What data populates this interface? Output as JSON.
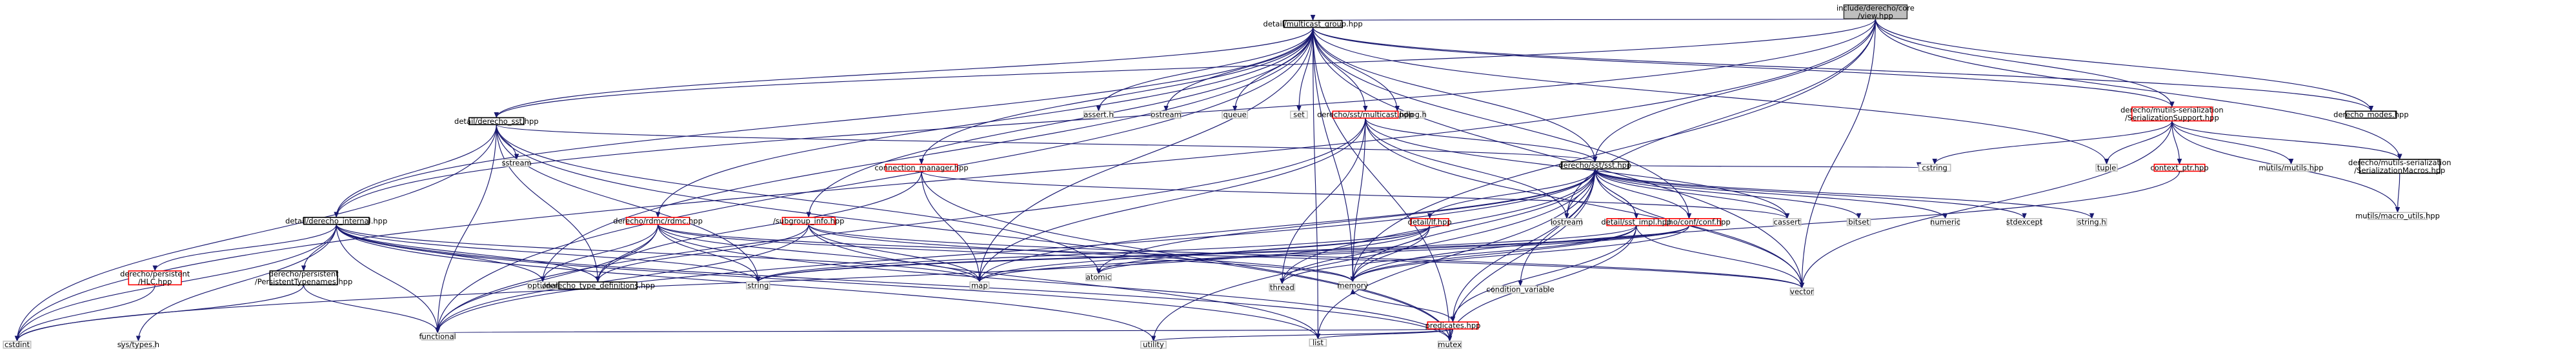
{
  "nodes": [
    {
      "id": "root",
      "label": [
        "include/derecho/core",
        "/view.hpp"
      ],
      "style": "root"
    },
    {
      "id": "mg",
      "label": [
        "detail/multicast_group.hpp"
      ],
      "style": "normal"
    },
    {
      "id": "dsst",
      "label": [
        "detail/derecho_sst.hpp"
      ],
      "style": "normal"
    },
    {
      "id": "assert",
      "label": [
        "assert.h"
      ],
      "style": "leaf"
    },
    {
      "id": "ostream",
      "label": [
        "ostream"
      ],
      "style": "leaf"
    },
    {
      "id": "queue",
      "label": [
        "queue"
      ],
      "style": "leaf"
    },
    {
      "id": "set",
      "label": [
        "set"
      ],
      "style": "leaf"
    },
    {
      "id": "spdlog",
      "label": [
        "spdlog/spdlog.h"
      ],
      "style": "leaf"
    },
    {
      "id": "mutils_ser",
      "label": [
        "derecho/mutils-serialization",
        "/SerializationSupport.hpp"
      ],
      "style": "red"
    },
    {
      "id": "modes",
      "label": [
        "derecho_modes.hpp"
      ],
      "style": "normal"
    },
    {
      "id": "ssst",
      "label": [
        "sstream"
      ],
      "style": "leaf"
    },
    {
      "id": "sstmc",
      "label": [
        "derecho/sst/multicast.hpp"
      ],
      "style": "red"
    },
    {
      "id": "connmgr",
      "label": [
        "connection_manager.hpp"
      ],
      "style": "red"
    },
    {
      "id": "sst",
      "label": [
        "derecho/sst/sst.hpp"
      ],
      "style": "normal"
    },
    {
      "id": "cstring",
      "label": [
        "cstring"
      ],
      "style": "leaf"
    },
    {
      "id": "tuple",
      "label": [
        "tuple"
      ],
      "style": "leaf"
    },
    {
      "id": "ctxptr",
      "label": [
        "context_ptr.hpp"
      ],
      "style": "red"
    },
    {
      "id": "mutils_hpp",
      "label": [
        "mutils/mutils.hpp"
      ],
      "style": "leaf"
    },
    {
      "id": "sermacros",
      "label": [
        "derecho/mutils-serialization",
        "/SerializationMacros.hpp"
      ],
      "style": "normal"
    },
    {
      "id": "macroutils",
      "label": [
        "mutils/macro_utils.hpp"
      ],
      "style": "leaf"
    },
    {
      "id": "dinternal",
      "label": [
        "detail/derecho_internal.hpp"
      ],
      "style": "normal"
    },
    {
      "id": "rdmc",
      "label": [
        "derecho/rdmc/rdmc.hpp"
      ],
      "style": "red"
    },
    {
      "id": "subinfo",
      "label": [
        "/subgroup_info.hpp"
      ],
      "style": "red"
    },
    {
      "id": "iostream",
      "label": [
        "iostream"
      ],
      "style": "leaf"
    },
    {
      "id": "conf",
      "label": [
        "derecho/conf/conf.hpp"
      ],
      "style": "red"
    },
    {
      "id": "cassert",
      "label": [
        "cassert"
      ],
      "style": "leaf"
    },
    {
      "id": "lf",
      "label": [
        "detail/lf.hpp"
      ],
      "style": "red"
    },
    {
      "id": "sstimpl",
      "label": [
        "detail/sst_impl.hpp"
      ],
      "style": "red"
    },
    {
      "id": "bitset",
      "label": [
        "bitset"
      ],
      "style": "leaf"
    },
    {
      "id": "numeric",
      "label": [
        "numeric"
      ],
      "style": "leaf"
    },
    {
      "id": "stdexcept",
      "label": [
        "stdexcept"
      ],
      "style": "leaf"
    },
    {
      "id": "stringh",
      "label": [
        "string.h"
      ],
      "style": "leaf"
    },
    {
      "id": "pers_hlc",
      "label": [
        "derecho/persistent",
        "/HLC.hpp"
      ],
      "style": "red"
    },
    {
      "id": "pers_tn",
      "label": [
        "derecho/persistent",
        "/PersistentTypenames.hpp"
      ],
      "style": "normal"
    },
    {
      "id": "optional",
      "label": [
        "optional"
      ],
      "style": "leaf"
    },
    {
      "id": "typedefs",
      "label": [
        "./derecho_type_definitions.hpp"
      ],
      "style": "normal"
    },
    {
      "id": "string",
      "label": [
        "string"
      ],
      "style": "leaf"
    },
    {
      "id": "map",
      "label": [
        "map"
      ],
      "style": "leaf"
    },
    {
      "id": "atomic",
      "label": [
        "atomic"
      ],
      "style": "leaf"
    },
    {
      "id": "memory",
      "label": [
        "memory"
      ],
      "style": "leaf"
    },
    {
      "id": "thread",
      "label": [
        "thread"
      ],
      "style": "leaf"
    },
    {
      "id": "condvar",
      "label": [
        "condition_variable"
      ],
      "style": "leaf"
    },
    {
      "id": "vector",
      "label": [
        "vector"
      ],
      "style": "leaf"
    },
    {
      "id": "predicates",
      "label": [
        "predicates.hpp"
      ],
      "style": "red"
    },
    {
      "id": "cstdint",
      "label": [
        "cstdint"
      ],
      "style": "leaf"
    },
    {
      "id": "systypes",
      "label": [
        "sys/types.h"
      ],
      "style": "leaf"
    },
    {
      "id": "functional",
      "label": [
        "functional"
      ],
      "style": "leaf"
    },
    {
      "id": "utility",
      "label": [
        "utility"
      ],
      "style": "leaf"
    },
    {
      "id": "list",
      "label": [
        "list"
      ],
      "style": "leaf"
    },
    {
      "id": "mutex",
      "label": [
        "mutex"
      ],
      "style": "leaf"
    }
  ],
  "edges": [
    [
      "root",
      "mg"
    ],
    [
      "root",
      "dsst"
    ],
    [
      "root",
      "dinternal"
    ],
    [
      "root",
      "cstdint"
    ],
    [
      "root",
      "iostream"
    ],
    [
      "root",
      "sst"
    ],
    [
      "root",
      "mutils_ser"
    ],
    [
      "root",
      "modes"
    ],
    [
      "root",
      "sermacros"
    ],
    [
      "root",
      "memory"
    ],
    [
      "root",
      "vector"
    ],
    [
      "mg",
      "dsst"
    ],
    [
      "mg",
      "assert"
    ],
    [
      "mg",
      "ostream"
    ],
    [
      "mg",
      "queue"
    ],
    [
      "mg",
      "set"
    ],
    [
      "mg",
      "spdlog"
    ],
    [
      "mg",
      "mutils_ser"
    ],
    [
      "mg",
      "modes"
    ],
    [
      "mg",
      "sstmc"
    ],
    [
      "mg",
      "connmgr"
    ],
    [
      "mg",
      "sst"
    ],
    [
      "mg",
      "rdmc"
    ],
    [
      "mg",
      "subinfo"
    ],
    [
      "mg",
      "dinternal"
    ],
    [
      "mg",
      "conf"
    ],
    [
      "mg",
      "optional"
    ],
    [
      "mg",
      "map"
    ],
    [
      "mg",
      "functional"
    ],
    [
      "mg",
      "tuple"
    ],
    [
      "mg",
      "vector"
    ],
    [
      "mg",
      "list"
    ],
    [
      "mg",
      "mutex"
    ],
    [
      "mg",
      "memory"
    ],
    [
      "dsst",
      "ssst"
    ],
    [
      "dsst",
      "sst"
    ],
    [
      "dsst",
      "dinternal"
    ],
    [
      "dsst",
      "typedefs"
    ],
    [
      "dsst",
      "string"
    ],
    [
      "dsst",
      "atomic"
    ],
    [
      "dsst",
      "cstdint"
    ],
    [
      "dsst",
      "functional"
    ],
    [
      "dsst",
      "mutex"
    ],
    [
      "sstmc",
      "sst"
    ],
    [
      "sstmc",
      "cassert"
    ],
    [
      "sstmc",
      "iostream"
    ],
    [
      "sstmc",
      "map"
    ],
    [
      "sstmc",
      "memory"
    ],
    [
      "sstmc",
      "thread"
    ],
    [
      "sstmc",
      "vector"
    ],
    [
      "sstmc",
      "functional"
    ],
    [
      "connmgr",
      "cassert"
    ],
    [
      "connmgr",
      "map"
    ],
    [
      "connmgr",
      "typedefs"
    ],
    [
      "connmgr",
      "mutex"
    ],
    [
      "sst",
      "iostream"
    ],
    [
      "sst",
      "cassert"
    ],
    [
      "sst",
      "bitset"
    ],
    [
      "sst",
      "numeric"
    ],
    [
      "sst",
      "stdexcept"
    ],
    [
      "sst",
      "stringh"
    ],
    [
      "sst",
      "lf"
    ],
    [
      "sst",
      "sstimpl"
    ],
    [
      "sst",
      "conf"
    ],
    [
      "sst",
      "predicates"
    ],
    [
      "sst",
      "memory"
    ],
    [
      "sst",
      "thread"
    ],
    [
      "sst",
      "condvar"
    ],
    [
      "sst",
      "vector"
    ],
    [
      "sst",
      "map"
    ],
    [
      "sst",
      "atomic"
    ],
    [
      "sst",
      "mutex"
    ],
    [
      "sst",
      "functional"
    ],
    [
      "sst",
      "list"
    ],
    [
      "sst",
      "utility"
    ],
    [
      "sst",
      "cstring"
    ],
    [
      "mutils_ser",
      "cstring"
    ],
    [
      "mutils_ser",
      "tuple"
    ],
    [
      "mutils_ser",
      "ctxptr"
    ],
    [
      "mutils_ser",
      "mutils_hpp"
    ],
    [
      "mutils_ser",
      "sermacros"
    ],
    [
      "mutils_ser",
      "macroutils"
    ],
    [
      "mutils_ser",
      "vector"
    ],
    [
      "ctxptr",
      "memory"
    ],
    [
      "sermacros",
      "macroutils"
    ],
    [
      "dinternal",
      "pers_hlc"
    ],
    [
      "dinternal",
      "pers_tn"
    ],
    [
      "dinternal",
      "optional"
    ],
    [
      "dinternal",
      "typedefs"
    ],
    [
      "dinternal",
      "string"
    ],
    [
      "dinternal",
      "map"
    ],
    [
      "dinternal",
      "cstdint"
    ],
    [
      "dinternal",
      "systypes"
    ],
    [
      "dinternal",
      "functional"
    ],
    [
      "dinternal",
      "utility"
    ],
    [
      "dinternal",
      "list"
    ],
    [
      "dinternal",
      "mutex"
    ],
    [
      "rdmc",
      "typedefs"
    ],
    [
      "rdmc",
      "optional"
    ],
    [
      "rdmc",
      "string"
    ],
    [
      "rdmc",
      "map"
    ],
    [
      "rdmc",
      "memory"
    ],
    [
      "rdmc",
      "vector"
    ],
    [
      "rdmc",
      "functional"
    ],
    [
      "rdmc",
      "mutex"
    ],
    [
      "subinfo",
      "typedefs"
    ],
    [
      "subinfo",
      "map"
    ],
    [
      "subinfo",
      "memory"
    ],
    [
      "subinfo",
      "vector"
    ],
    [
      "subinfo",
      "functional"
    ],
    [
      "subinfo",
      "list"
    ],
    [
      "conf",
      "string"
    ],
    [
      "conf",
      "map"
    ],
    [
      "conf",
      "atomic"
    ],
    [
      "conf",
      "memory"
    ],
    [
      "lf",
      "map"
    ],
    [
      "lf",
      "memory"
    ],
    [
      "lf",
      "thread"
    ],
    [
      "lf",
      "atomic"
    ],
    [
      "lf",
      "string"
    ],
    [
      "lf",
      "cstdint"
    ],
    [
      "sstimpl",
      "sst"
    ],
    [
      "sstimpl",
      "predicates"
    ],
    [
      "sstimpl",
      "thread"
    ],
    [
      "sstimpl",
      "memory"
    ],
    [
      "sstimpl",
      "vector"
    ],
    [
      "sstimpl",
      "string"
    ],
    [
      "sstimpl",
      "mutex"
    ],
    [
      "predicates",
      "functional"
    ],
    [
      "predicates",
      "list"
    ],
    [
      "predicates",
      "memory"
    ],
    [
      "predicates",
      "mutex"
    ],
    [
      "predicates",
      "utility"
    ],
    [
      "pers_hlc",
      "cstdint"
    ],
    [
      "pers_tn",
      "cstdint"
    ],
    [
      "pers_tn",
      "functional"
    ]
  ],
  "colors": {
    "root_fill": "#bfbfbf",
    "root_stroke": "#404040",
    "normal_stroke": "#000000",
    "red_stroke": "#ff0000",
    "leaf_stroke": "#bfbfbf",
    "edge": "#191970",
    "node_fill": "#ffffff"
  }
}
